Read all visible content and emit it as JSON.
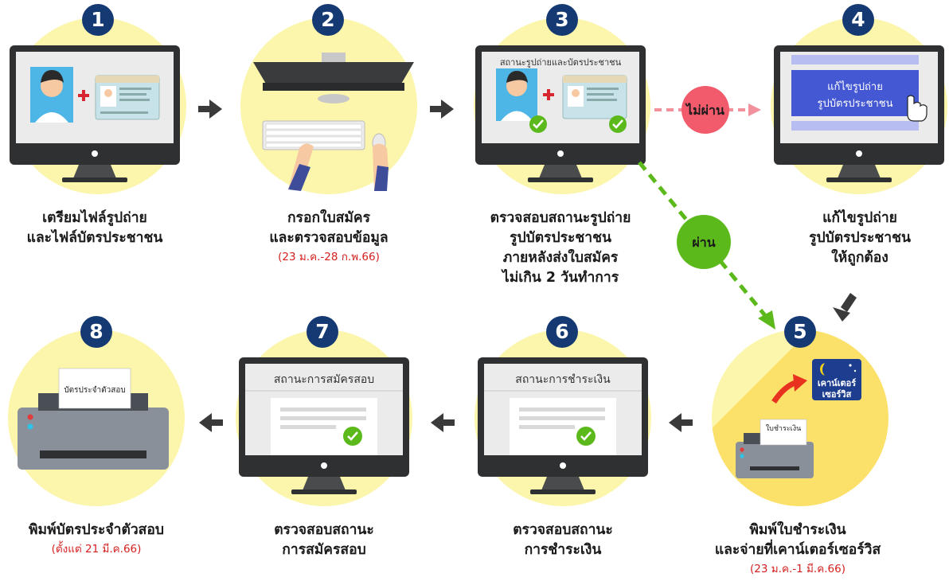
{
  "colors": {
    "badge": "#153a73",
    "circle": "#fcf6ac",
    "fail": "#f25b6c",
    "pass": "#5cb91c",
    "date": "#d62020",
    "screen": "#4458d3"
  },
  "steps": [
    {
      "number": "1",
      "line1": "เตรียมไฟล์รูปถ่าย",
      "line2": "และไฟล์บัตรประชาชน",
      "line3": "",
      "line4": "",
      "date": ""
    },
    {
      "number": "2",
      "line1": "กรอกใบสมัคร",
      "line2": "และตรวจสอบข้อมูล",
      "line3": "",
      "line4": "",
      "date": "(23 ม.ค.-28 ก.พ.66)"
    },
    {
      "number": "3",
      "line1": "ตรวจสอบสถานะรูปถ่าย",
      "line2": "รูปบัตรประชาชน",
      "line3": "ภายหลังส่งใบสมัคร",
      "line4": "ไม่เกิน 2 วันทำการ",
      "date": "",
      "screen_title": "สถานะรูปถ่ายและบัตรประชาชน"
    },
    {
      "number": "4",
      "line1": "แก้ไขรูปถ่าย",
      "line2": "รูปบัตรประชาชน",
      "line3": "ให้ถูกต้อง",
      "line4": "",
      "date": "",
      "screen_line1": "แก้ไขรูปถ่าย",
      "screen_line2": "รูปบัตรประชาชน"
    },
    {
      "number": "5",
      "line1": "พิมพ์ใบชำระเงิน",
      "line2": "และจ่ายที่เคาน์เตอร์เซอร์วิส",
      "line3": "",
      "line4": "",
      "date": "(23 ม.ค.-1 มี.ค.66)",
      "paper_label": "ใบชำระเงิน",
      "logo_line1": "เคาน์เตอร์",
      "logo_line2": "เซอร์วิส"
    },
    {
      "number": "6",
      "line1": "ตรวจสอบสถานะ",
      "line2": "การชำระเงิน",
      "line3": "",
      "line4": "",
      "date": "",
      "screen_title": "สถานะการชำระเงิน"
    },
    {
      "number": "7",
      "line1": "ตรวจสอบสถานะ",
      "line2": "การสมัครสอบ",
      "line3": "",
      "line4": "",
      "date": "",
      "screen_title": "สถานะการสมัครสอบ"
    },
    {
      "number": "8",
      "line1": "พิมพ์บัตรประจำตัวสอบ",
      "line2": "",
      "line3": "",
      "line4": "",
      "date": "(ตั้งแต่ 21 มี.ค.66)",
      "paper_label": "บัตรประจำตัวสอบ"
    }
  ],
  "branches": {
    "fail_label": "ไม่ผ่าน",
    "pass_label": "ผ่าน"
  }
}
